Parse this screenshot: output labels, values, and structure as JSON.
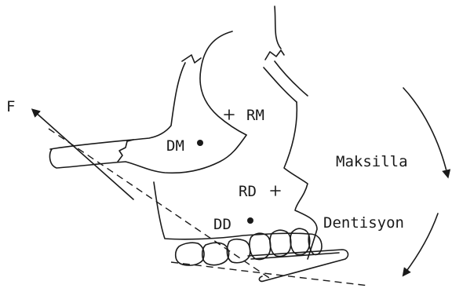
{
  "labels": {
    "force": "F",
    "dm": "DM",
    "rm": "RM",
    "rd": "RD",
    "dd": "DD",
    "maxilla": "Maksilla",
    "dentition": "Dentisyon"
  },
  "markers": {
    "center_dot": "filled-dot",
    "rotation_center": "plus-sign"
  },
  "colors": {
    "ink": "#1a1a1a",
    "background": "#ffffff"
  }
}
